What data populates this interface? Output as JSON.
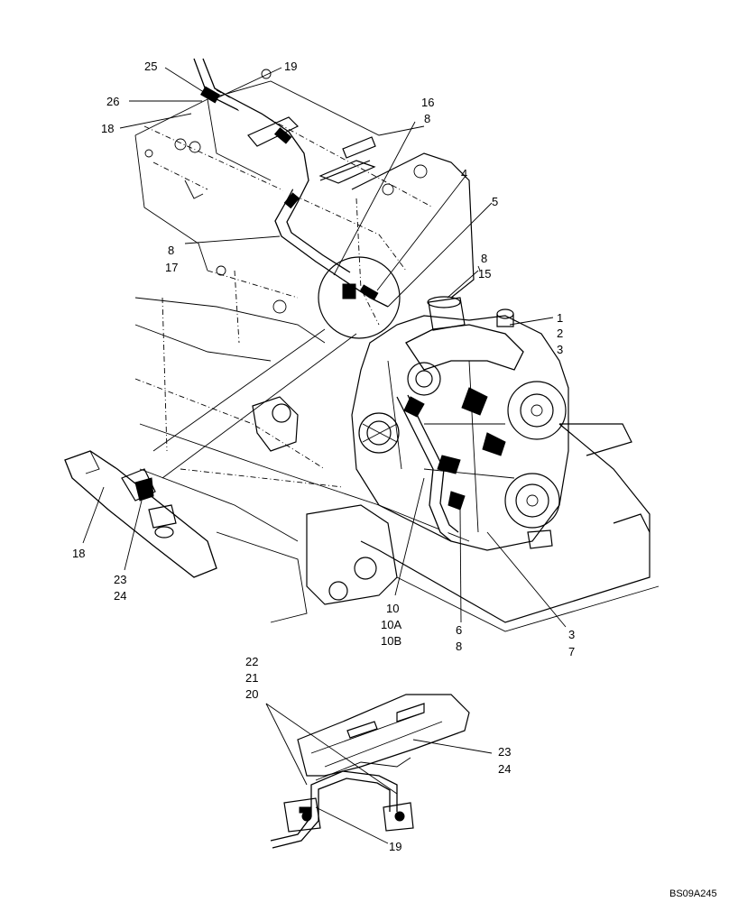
{
  "callouts": {
    "c25": "25",
    "c19a": "19",
    "c26": "26",
    "c18a": "18",
    "c16": "16",
    "c8a": "8",
    "c4": "4",
    "c5": "5",
    "c8b": "8",
    "c15": "15",
    "c1": "1",
    "c2": "2",
    "c3a": "3",
    "c8c": "8",
    "c17": "17",
    "c18b": "18",
    "c23a": "23",
    "c24a": "24",
    "c10": "10",
    "c10A": "10A",
    "c10B": "10B",
    "c6": "6",
    "c8d": "8",
    "c3b": "3",
    "c7": "7",
    "c22": "22",
    "c21": "21",
    "c20": "20",
    "c23b": "23",
    "c24b": "24",
    "c19b": "19"
  },
  "reference_code": "BS09A245"
}
